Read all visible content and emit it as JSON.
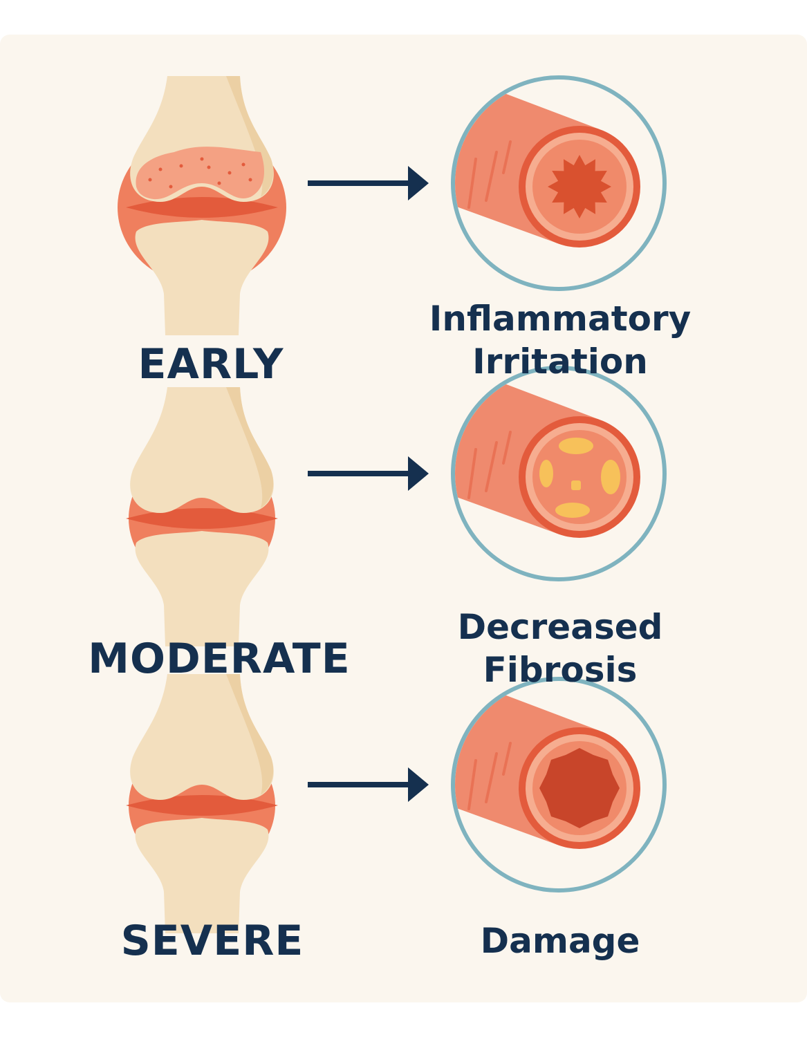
{
  "colors": {
    "background": "#fbf6ee",
    "bone": "#f3dfbe",
    "bone_shade": "#ecd0a4",
    "capsule": "#ef7f5e",
    "cartilage": "#e35b3c",
    "inflamed": "#f4a183",
    "vessel": "#ef8a6e",
    "vessel_rim": "#e35b3c",
    "lumen": "#d9512f",
    "fibrosis": "#f7c15a",
    "magnifier_ring": "#7fb3bf",
    "arrow": "#15304f",
    "text": "#15304f"
  },
  "stages": [
    {
      "label": "EARLY",
      "outcome_lines": [
        "Inflammatory",
        "Irritation"
      ],
      "joint": "inflamed",
      "lumen": "spiky",
      "arrow_icon": "arrow-right"
    },
    {
      "label": "MODERATE",
      "outcome_lines": [
        "Decreased",
        "Fibrosis"
      ],
      "joint": "narrowed",
      "lumen": "fibrotic",
      "arrow_icon": "arrow-right"
    },
    {
      "label": "SEVERE",
      "outcome_lines": [
        "Damage"
      ],
      "joint": "damaged",
      "lumen": "irregular",
      "arrow_icon": "arrow-right"
    }
  ]
}
